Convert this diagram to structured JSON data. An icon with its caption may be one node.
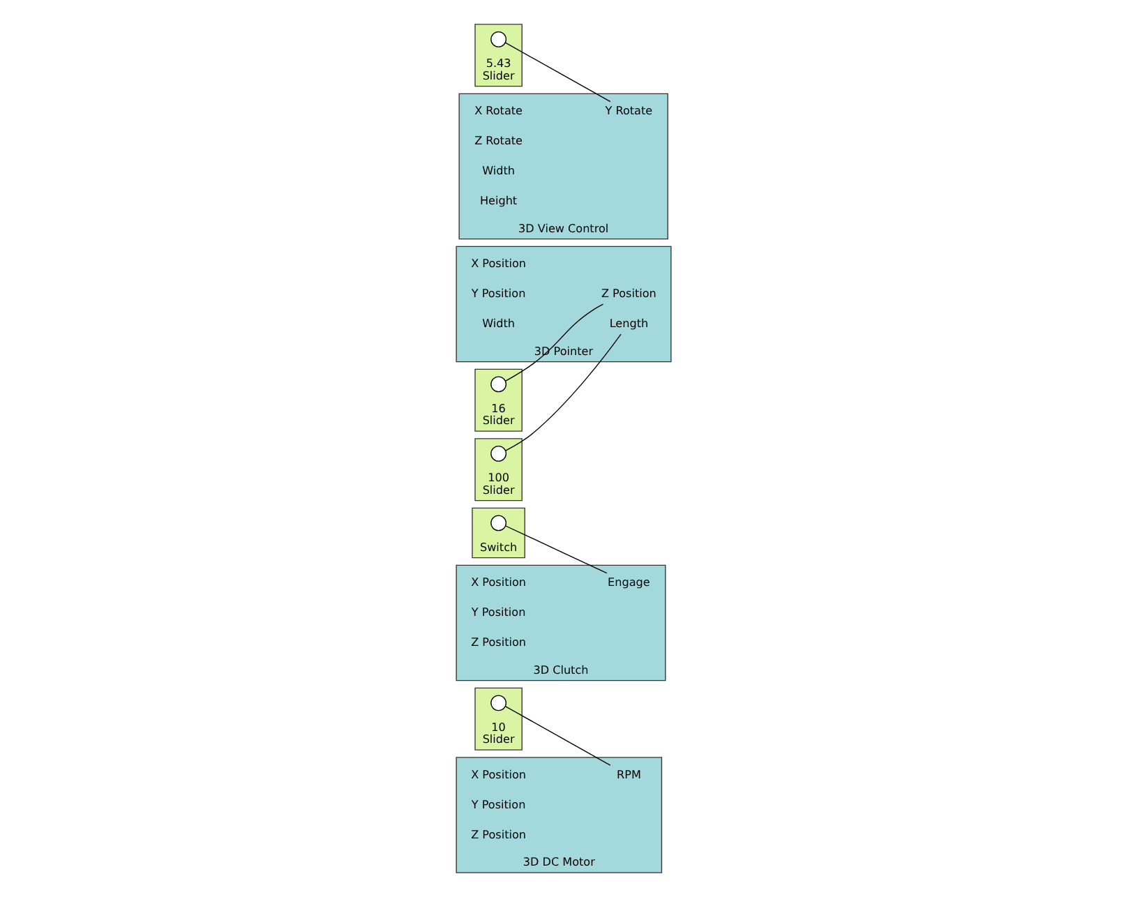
{
  "diagram": {
    "nodes": [
      {
        "text": [
          "10",
          "Slider"
        ]
      },
      {
        "text": [],
        "shape": "circle",
        "in": 0
      },
      {
        "text": [
          "3D DC Motor"
        ]
      },
      {
        "text": [
          "X Position"
        ],
        "in": 2
      },
      {
        "text": [
          "Y Position"
        ],
        "in": 2
      },
      {
        "text": [
          "Z Position"
        ],
        "in": 2
      },
      {
        "text": [
          "RPM"
        ],
        "in": 2
      },
      {
        "text": [
          "Switch"
        ]
      },
      {
        "text": [],
        "shape": "circle",
        "in": 7
      },
      {
        "text": [
          "3D Clutch"
        ]
      },
      {
        "text": [
          "X Position"
        ],
        "in": 9
      },
      {
        "text": [
          "Y Position"
        ],
        "in": 9
      },
      {
        "text": [
          "Z Position"
        ],
        "in": 9
      },
      {
        "text": [
          "Engage"
        ],
        "in": 9
      },
      {
        "text": [
          "3D Pointer"
        ]
      },
      {
        "text": [
          "X Position"
        ],
        "in": 14
      },
      {
        "text": [
          "Y Position"
        ],
        "in": 14
      },
      {
        "text": [
          "Z Position"
        ],
        "in": 14
      },
      {
        "text": [
          "Length"
        ],
        "in": 14
      },
      {
        "text": [
          "Width"
        ],
        "in": 14
      },
      {
        "text": [
          "16",
          "Slider"
        ]
      },
      {
        "text": [],
        "shape": "circle",
        "in": 20
      },
      {
        "text": [
          "100",
          "Slider"
        ]
      },
      {
        "text": [],
        "shape": "circle",
        "in": 22
      },
      {
        "text": [
          "5.43",
          "Slider"
        ]
      },
      {
        "text": [],
        "shape": "circle",
        "in": 24
      },
      {
        "text": [
          "3D View Control"
        ]
      },
      {
        "text": [
          "X Rotate"
        ],
        "in": 26
      },
      {
        "text": [
          "Y Rotate"
        ],
        "in": 26
      },
      {
        "text": [
          "Z Rotate"
        ],
        "in": 26
      },
      {
        "text": [
          "Width"
        ],
        "in": 26
      },
      {
        "text": [
          "Height"
        ],
        "in": 26
      }
    ],
    "edges": [
      {
        "from": 1,
        "to": 6,
        "arrow": "none"
      },
      {
        "from": 8,
        "to": 13,
        "arrow": "none"
      },
      {
        "from": 21,
        "to": 17,
        "arrow": "none"
      },
      {
        "from": 23,
        "to": 18,
        "arrow": "none"
      },
      {
        "from": 25,
        "to": 28,
        "arrow": "none"
      }
    ]
  }
}
